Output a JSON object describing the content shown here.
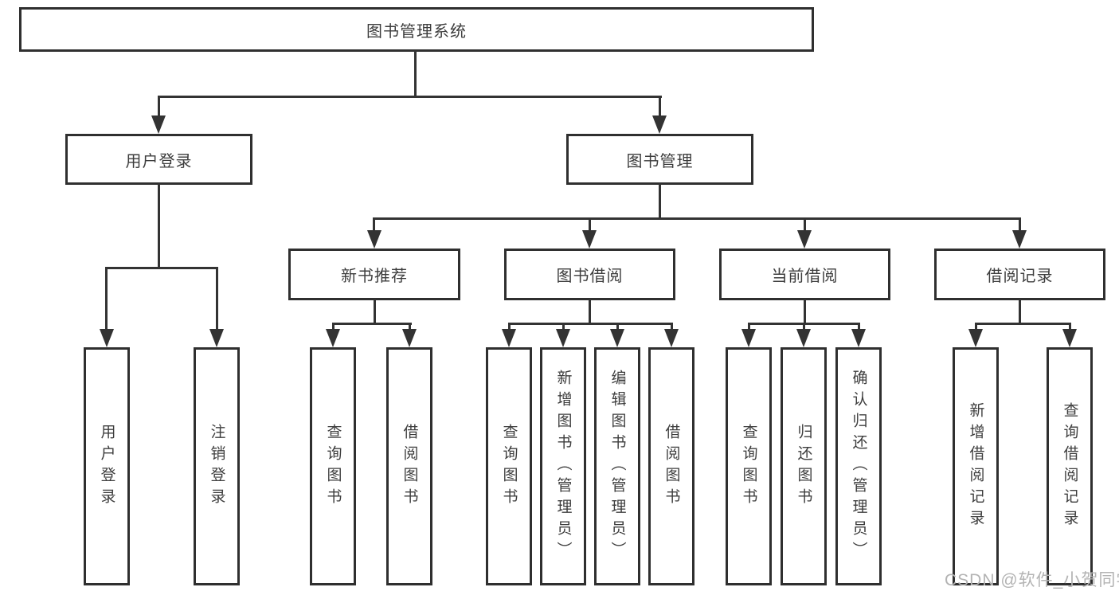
{
  "tree": {
    "root": {
      "label": "图书管理系统"
    },
    "children": [
      {
        "label": "用户登录",
        "children": [
          {
            "label": "用户登录"
          },
          {
            "label": "注销登录"
          }
        ]
      },
      {
        "label": "图书管理",
        "children": [
          {
            "label": "新书推荐",
            "children": [
              {
                "label": "查询图书"
              },
              {
                "label": "借阅图书"
              }
            ]
          },
          {
            "label": "图书借阅",
            "children": [
              {
                "label": "查询图书"
              },
              {
                "label": "新增图书（管理员）"
              },
              {
                "label": "编辑图书（管理员）"
              },
              {
                "label": "借阅图书"
              }
            ]
          },
          {
            "label": "当前借阅",
            "children": [
              {
                "label": "查询图书"
              },
              {
                "label": "归还图书"
              },
              {
                "label": "确认归还（管理员）"
              }
            ]
          },
          {
            "label": "借阅记录",
            "children": [
              {
                "label": "新增借阅记录"
              },
              {
                "label": "查询借阅记录"
              }
            ]
          }
        ]
      }
    ]
  },
  "watermark": {
    "text": "CSDN @软件_小贺同学"
  },
  "colors": {
    "line": "#333333",
    "box_border": "#2f2f2f",
    "text": "#3d3d3d",
    "watermark": "#b3b3b3",
    "background": "#ffffff"
  }
}
